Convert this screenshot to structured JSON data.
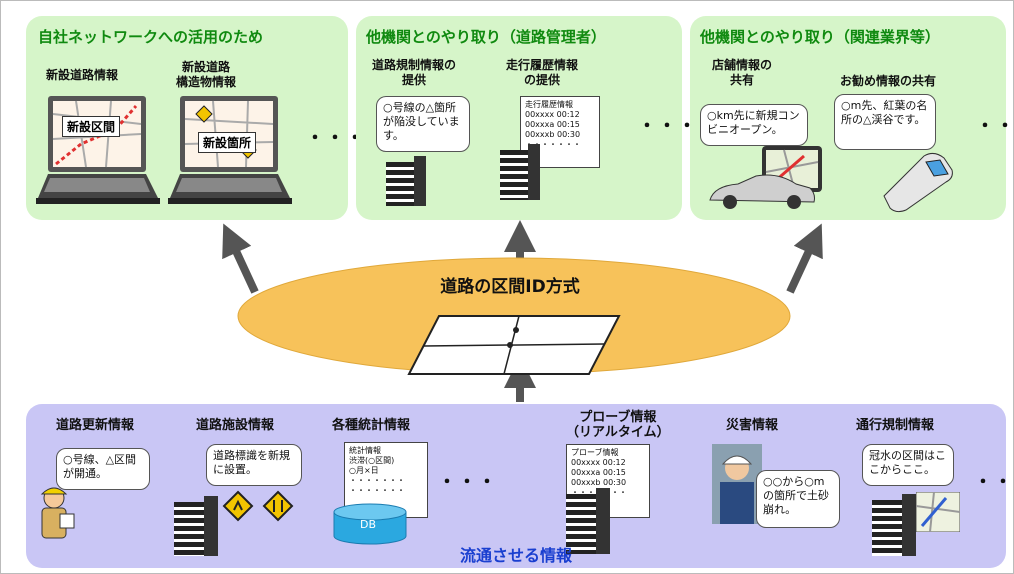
{
  "top_panels": [
    {
      "title": "自社ネットワークへの活用のため",
      "items": [
        {
          "label": "新設道路情報",
          "screen_text": "新設区間"
        },
        {
          "label_line1": "新設道路",
          "label_line2": "構造物情報",
          "screen_text": "新設箇所"
        }
      ],
      "more": "・・・"
    },
    {
      "title": "他機関とのやり取り（道路管理者）",
      "items": [
        {
          "label_line1": "道路規制情報の",
          "label_line2": "提供",
          "bubble": "○号線の△箇所が陥没しています。"
        },
        {
          "label_line1": "走行履歴情報",
          "label_line2": "の提供",
          "doc_lines": [
            "走行履歴情報",
            "00xxxx 00:12",
            "00xxxa 00:15",
            "00xxxb 00:30",
            "・・・・・・・"
          ]
        }
      ],
      "more": "・・・"
    },
    {
      "title": "他機関とのやり取り（関連業界等）",
      "items": [
        {
          "label_line1": "店舗情報の",
          "label_line2": "共有",
          "bubble": "○km先に新規コンビニオープン。"
        },
        {
          "label": "お勧め情報の共有",
          "bubble": "○m先、紅葉の名所の△渓谷です。"
        }
      ],
      "more": "・・・"
    }
  ],
  "center": {
    "title": "道路の区間ID方式"
  },
  "bottom_panel": {
    "title": "流通させる情報",
    "items": [
      {
        "label": "道路更新情報",
        "bubble": "○号線、△区間が開通。"
      },
      {
        "label": "道路施設情報",
        "bubble": "道路標識を新規に設置。"
      },
      {
        "label": "各種統計情報",
        "doc_lines": [
          "統計情報",
          "渋滞(○区間)",
          "○月×日",
          "・・・・・・・",
          "・・・・・・・"
        ],
        "db": "DB"
      },
      {
        "label_line1": "プローブ情報",
        "label_line2": "（リアルタイム）",
        "doc_lines": [
          "プローブ情報",
          "00xxxx 00:12",
          "00xxxa 00:15",
          "00xxxb 00:30",
          "・・・・・・・"
        ]
      },
      {
        "label": "災害情報",
        "bubble": "○○から○mの箇所で土砂崩れ。"
      },
      {
        "label": "通行規制情報",
        "bubble": "冠水の区間はここからここ。"
      }
    ],
    "more": "・・・"
  },
  "colors": {
    "green_panel": "#d6f5c9",
    "blue_panel": "#c9c6f5",
    "ellipse": "#f7c25a",
    "title_green": "#108a10",
    "title_blue": "#1a3fd0",
    "arrow": "#555555"
  }
}
